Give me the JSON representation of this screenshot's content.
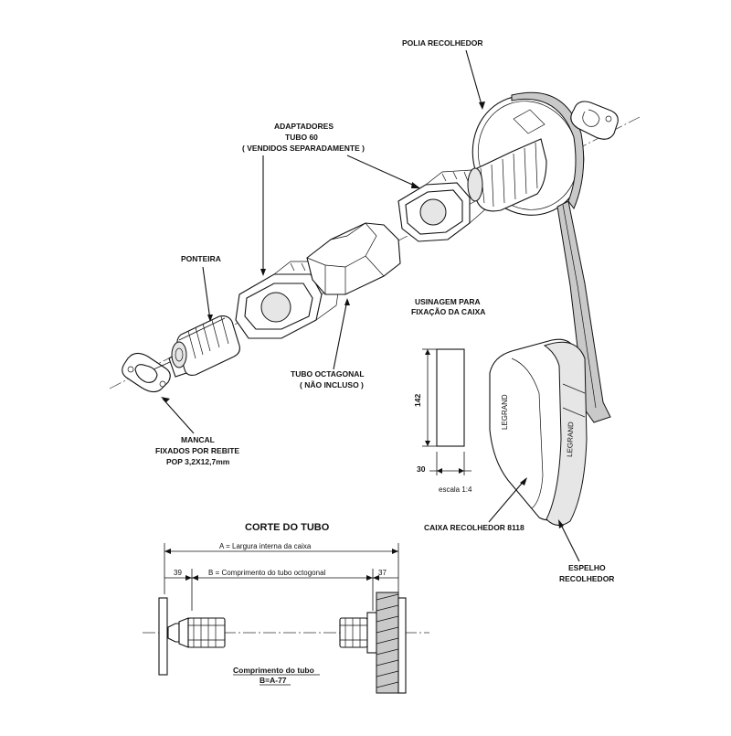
{
  "labels": {
    "polia": "POLIA RECOLHEDOR",
    "adaptadores_1": "ADAPTADORES",
    "adaptadores_2": "TUBO 60",
    "adaptadores_3": "( VENDIDOS SEPARADAMENTE )",
    "ponteira": "PONTEIRA",
    "usinagem_1": "USINAGEM PARA",
    "usinagem_2": "FIXAÇÃO DA CAIXA",
    "tubo_1": "TUBO OCTAGONAL",
    "tubo_2": "( NÃO INCLUSO )",
    "mancal_1": "MANCAL",
    "mancal_2": "FIXADOS POR REBITE",
    "mancal_3": "POP 3,2X12,7mm",
    "dim_142": "142",
    "dim_30": "30",
    "escala": "escala 1:4",
    "caixa": "CAIXA RECOLHEDOR 8118",
    "espelho_1": "ESPELHO",
    "espelho_2": "RECOLHEDOR",
    "brand": "LEGRAND"
  },
  "corte": {
    "title": "CORTE DO TUBO",
    "dim_a": "A = Largura interna da caixa",
    "dim_39": "39",
    "dim_b": "B = Comprimento do tubo octogonal",
    "dim_37": "37",
    "formula_1": "Comprimento do tubo",
    "formula_2": "B=A-77"
  }
}
